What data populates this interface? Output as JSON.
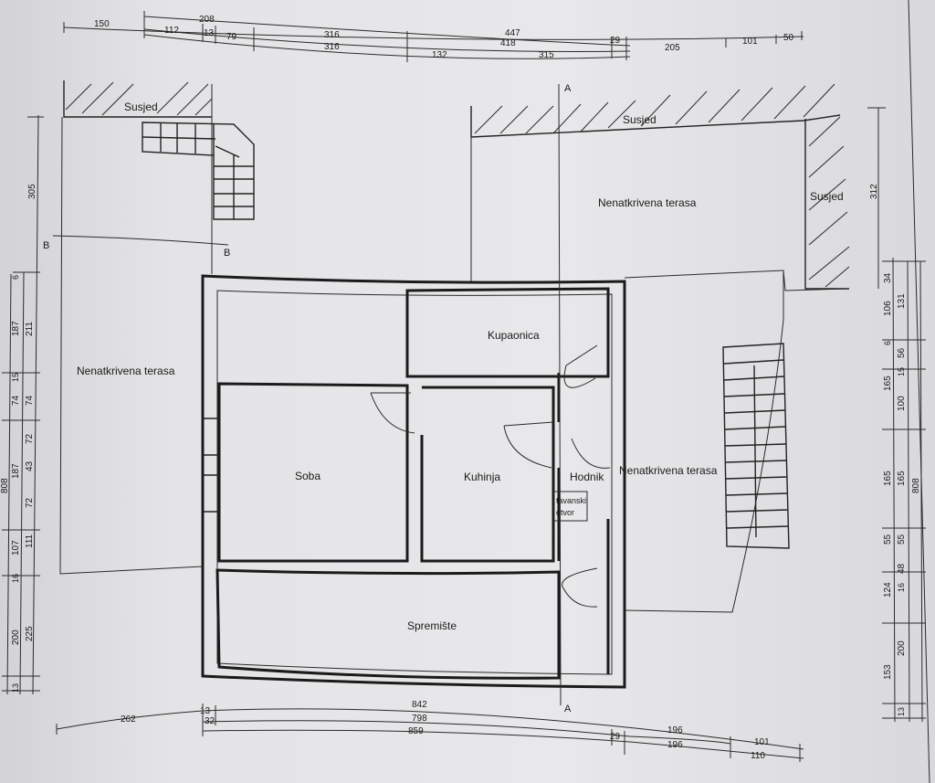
{
  "rooms": {
    "soba": "Soba",
    "kuhinja": "Kuhinja",
    "kupaonica": "Kupaonica",
    "hodnik": "Hodnik",
    "spremiste": "Spremište",
    "tavanski_otvor_line1": "tavanski",
    "tavanski_otvor_line2": "otvor"
  },
  "areas": {
    "susjed_left": "Susjed",
    "susjed_top_right": "Susjed",
    "susjed_right": "Susjed",
    "terasa_left": "Nenatkrivena terasa",
    "terasa_top_right": "Nenatkrivena terasa",
    "terasa_right": "Nenatkrivena terasa"
  },
  "section_marks": {
    "a_top": "A",
    "a_bottom": "A",
    "b_left": "B",
    "b_right": "B"
  },
  "dims_top": {
    "row1": [
      "208",
      "316",
      "447"
    ],
    "row2": [
      "150",
      "112",
      "13",
      "79",
      "316",
      "418",
      "29",
      "205",
      "101",
      "50"
    ],
    "row3": [
      "132",
      "315"
    ]
  },
  "dims_bottom": {
    "row1": [
      "262",
      "13",
      "842",
      "196",
      "101"
    ],
    "row2": [
      "32",
      "798",
      "29",
      "196"
    ],
    "row3": [
      "859",
      "110"
    ]
  },
  "dims_left": {
    "outer": [
      "305",
      "211",
      "74",
      "187",
      "111",
      "225"
    ],
    "inner": [
      "6",
      "187",
      "15",
      "74",
      "72",
      "43",
      "72",
      "107",
      "16",
      "200",
      "13"
    ],
    "total": "808"
  },
  "dims_right": {
    "outer": [
      "312",
      "131",
      "100",
      "165",
      "55",
      "48",
      "200",
      "808"
    ],
    "inner": [
      "34",
      "106",
      "6",
      "56",
      "15",
      "165",
      "165",
      "55",
      "124",
      "16",
      "153",
      "13"
    ]
  }
}
